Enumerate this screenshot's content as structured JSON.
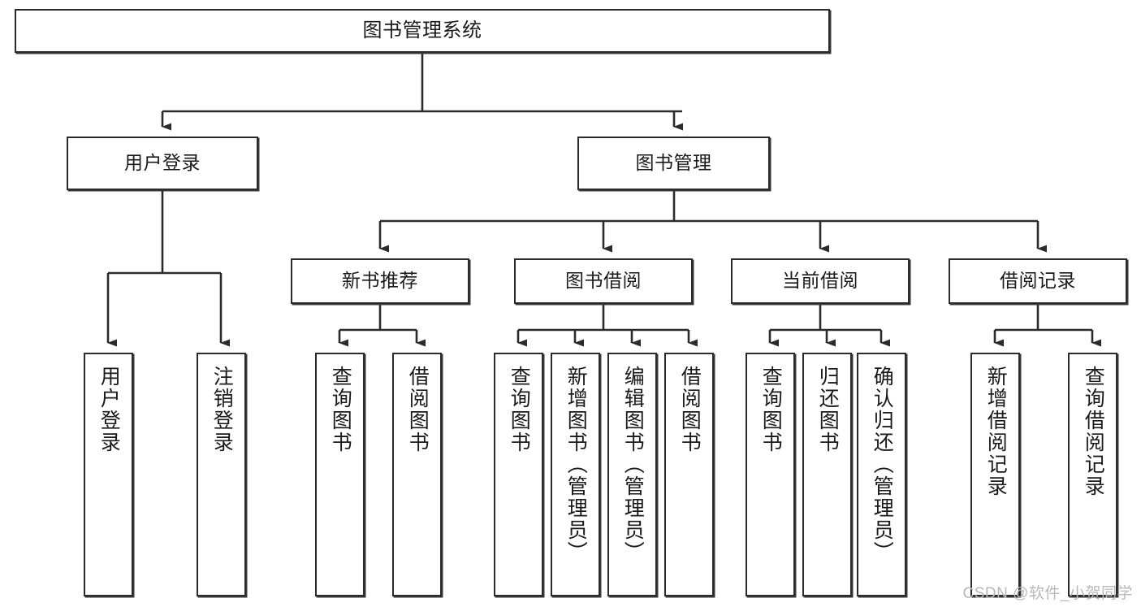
{
  "diagram": {
    "title": "图书管理系统",
    "type": "tree",
    "stroke_color": "#2b2b2b",
    "background_color": "#ffffff",
    "text_color": "#1a1a1a"
  },
  "nodes": {
    "root": {
      "label": "图书管理系统"
    },
    "level2": [
      {
        "id": "user-login",
        "label": "用户登录"
      },
      {
        "id": "book-manage",
        "label": "图书管理"
      }
    ],
    "level3": [
      {
        "id": "new-book-recommend",
        "label": "新书推荐"
      },
      {
        "id": "book-borrow",
        "label": "图书借阅"
      },
      {
        "id": "current-borrow",
        "label": "当前借阅"
      },
      {
        "id": "borrow-record",
        "label": "借阅记录"
      }
    ],
    "leaves": {
      "user_login": [
        {
          "id": "leaf-user-login",
          "label": "用户登录"
        },
        {
          "id": "leaf-logout-login",
          "label": "注销登录"
        }
      ],
      "new_book_recommend": [
        {
          "id": "leaf-query-book-1",
          "label": "查询图书"
        },
        {
          "id": "leaf-borrow-book-1",
          "label": "借阅图书"
        }
      ],
      "book_borrow": [
        {
          "id": "leaf-query-book-2",
          "label": "查询图书"
        },
        {
          "id": "leaf-add-book",
          "label": "新增图书（管理员）"
        },
        {
          "id": "leaf-edit-book",
          "label": "编辑图书（管理员）"
        },
        {
          "id": "leaf-borrow-book-2",
          "label": "借阅图书"
        }
      ],
      "current_borrow": [
        {
          "id": "leaf-query-book-3",
          "label": "查询图书"
        },
        {
          "id": "leaf-return-book",
          "label": "归还图书"
        },
        {
          "id": "leaf-confirm-return",
          "label": "确认归还（管理员）"
        }
      ],
      "borrow_record": [
        {
          "id": "leaf-add-record",
          "label": "新增借阅记录"
        },
        {
          "id": "leaf-query-record",
          "label": "查询借阅记录"
        }
      ]
    }
  },
  "watermark": {
    "text": "CSDN @软件_小贺同学"
  }
}
